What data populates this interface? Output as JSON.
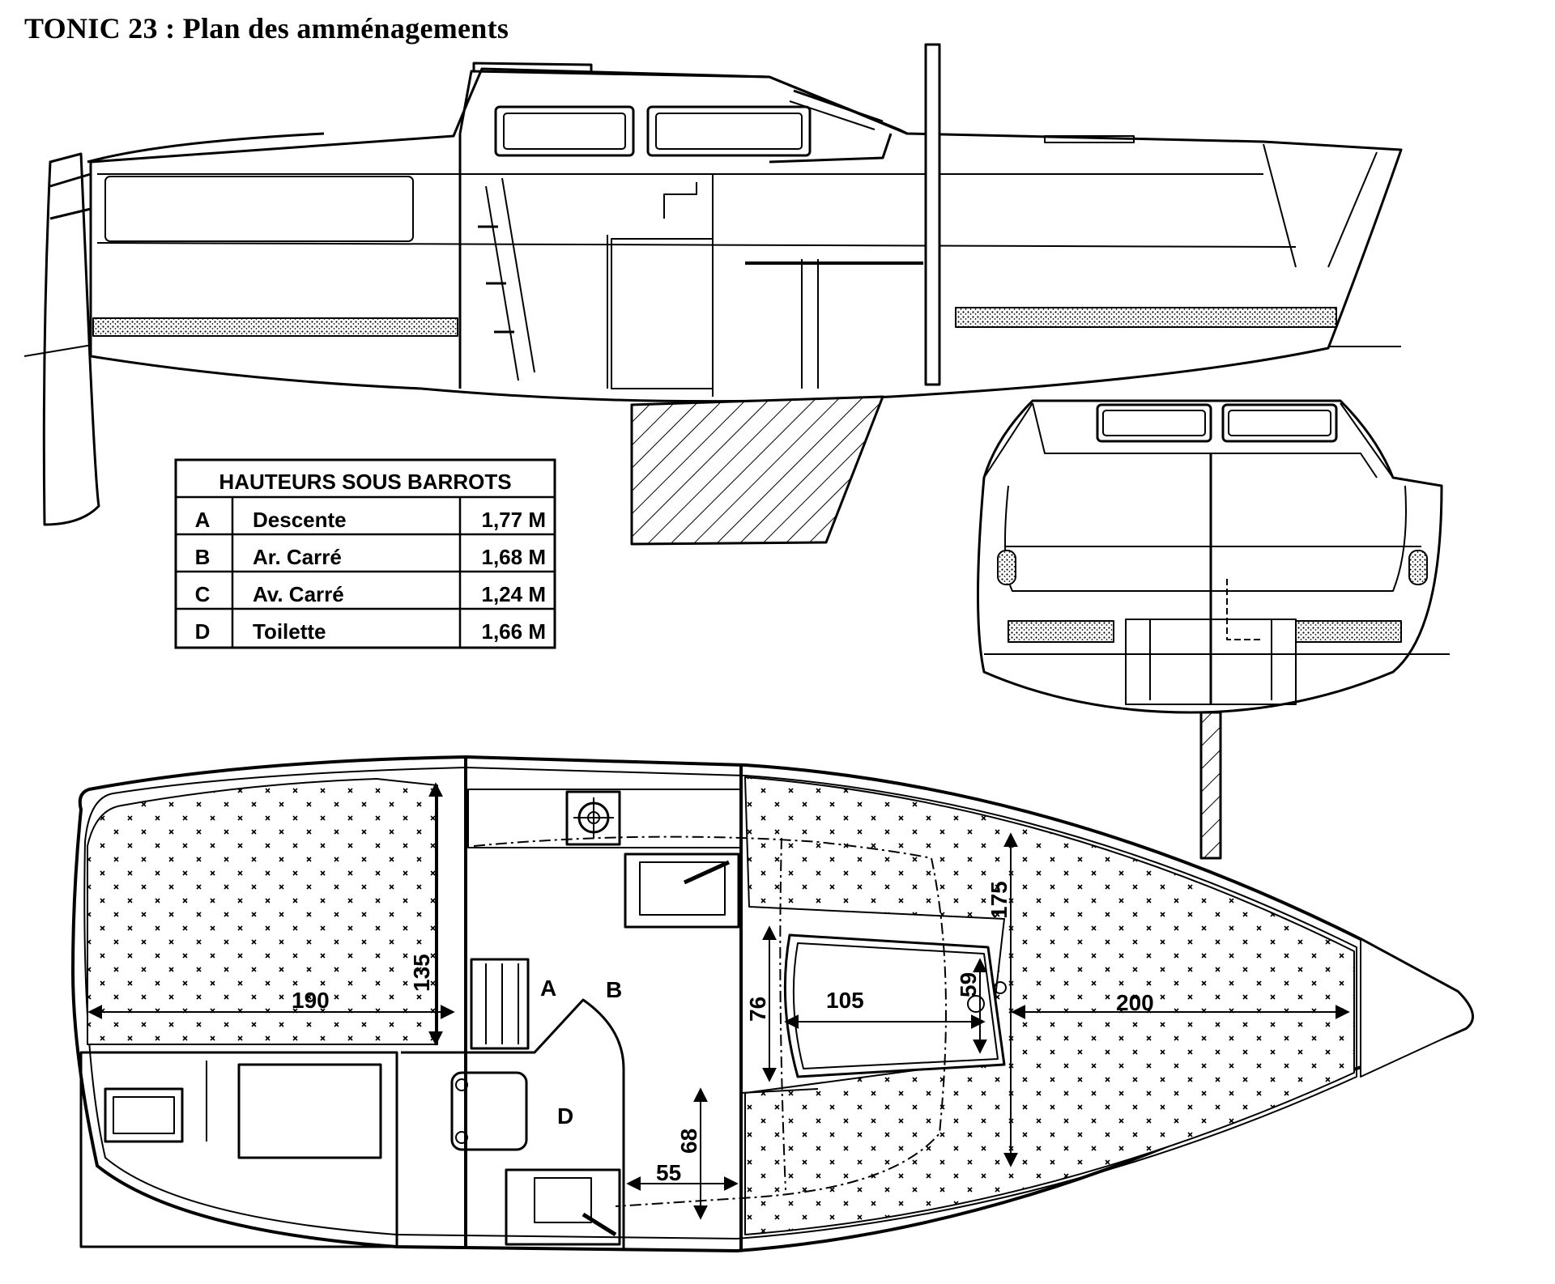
{
  "title": "TONIC 23 : Plan des amménagements",
  "table": {
    "header": "HAUTEURS SOUS BARROTS",
    "rows": [
      {
        "key": "A",
        "label": "Descente",
        "value": "1,77 M"
      },
      {
        "key": "B",
        "label": "Ar. Carré",
        "value": "1,68 M"
      },
      {
        "key": "C",
        "label": "Av. Carré",
        "value": "1,24 M"
      },
      {
        "key": "D",
        "label": "Toilette",
        "value": "1,66 M"
      }
    ]
  },
  "plan_labels": {
    "a": "A",
    "b": "B",
    "d": "D"
  },
  "dimensions": {
    "d190": "190",
    "d135": "135",
    "d76": "76",
    "d105": "105",
    "d59": "59",
    "d175": "175",
    "d200": "200",
    "d68": "68",
    "d55": "55"
  }
}
